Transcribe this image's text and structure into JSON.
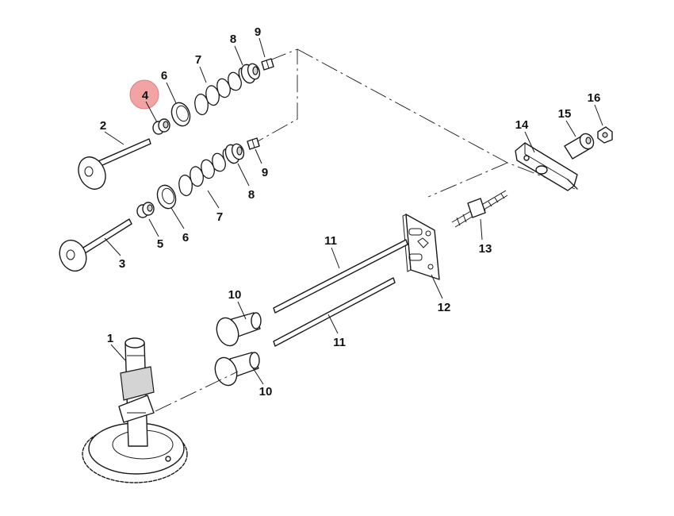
{
  "labels": {
    "p1": "1",
    "p2": "2",
    "p3": "3",
    "p4": "4",
    "p5": "5",
    "p6a": "6",
    "p6b": "6",
    "p7a": "7",
    "p7b": "7",
    "p8a": "8",
    "p8b": "8",
    "p9a": "9",
    "p9b": "9",
    "p10a": "10",
    "p10b": "10",
    "p11a": "11",
    "p11b": "11",
    "p12": "12",
    "p13": "13",
    "p14": "14",
    "p15": "15",
    "p16": "16"
  },
  "highlight": {
    "part": "4",
    "color": "#f2a3a3"
  }
}
